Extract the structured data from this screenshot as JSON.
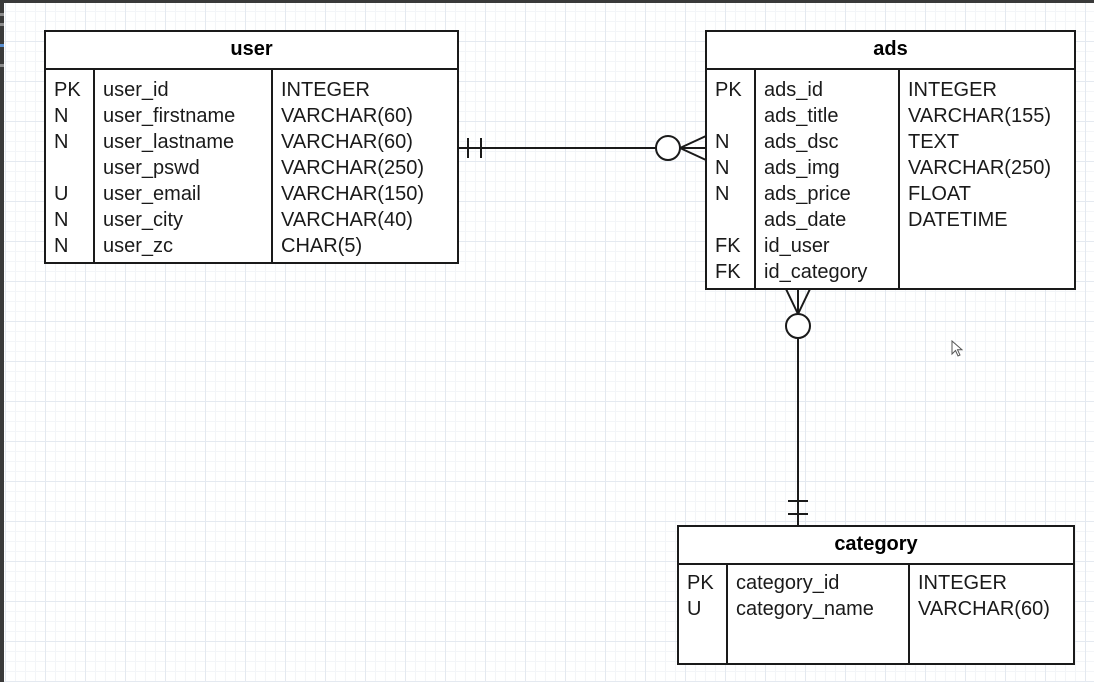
{
  "diagram": {
    "entities": [
      {
        "id": "user",
        "title": "user",
        "rows": [
          {
            "key": "PK",
            "field": "user_id",
            "type": "INTEGER"
          },
          {
            "key": "N",
            "field": "user_firstname",
            "type": "VARCHAR(60)"
          },
          {
            "key": "N",
            "field": "user_lastname",
            "type": "VARCHAR(60)"
          },
          {
            "key": "",
            "field": "user_pswd",
            "type": "VARCHAR(250)"
          },
          {
            "key": "U",
            "field": "user_email",
            "type": "VARCHAR(150)"
          },
          {
            "key": "N",
            "field": "user_city",
            "type": "VARCHAR(40)"
          },
          {
            "key": "N",
            "field": "user_zc",
            "type": "CHAR(5)"
          }
        ]
      },
      {
        "id": "ads",
        "title": "ads",
        "rows": [
          {
            "key": "PK",
            "field": "ads_id",
            "type": "INTEGER"
          },
          {
            "key": "",
            "field": "ads_title",
            "type": "VARCHAR(155)"
          },
          {
            "key": "N",
            "field": "ads_dsc",
            "type": "TEXT"
          },
          {
            "key": "N",
            "field": "ads_img",
            "type": "VARCHAR(250)"
          },
          {
            "key": "N",
            "field": "ads_price",
            "type": "FLOAT"
          },
          {
            "key": "",
            "field": "ads_date",
            "type": "DATETIME"
          },
          {
            "key": "FK",
            "field": "id_user",
            "type": ""
          },
          {
            "key": "FK",
            "field": "id_category",
            "type": ""
          }
        ]
      },
      {
        "id": "category",
        "title": "category",
        "rows": [
          {
            "key": "PK",
            "field": "category_id",
            "type": "INTEGER"
          },
          {
            "key": "U",
            "field": "category_name",
            "type": "VARCHAR(60)"
          }
        ]
      }
    ],
    "relationships": [
      {
        "from": "user",
        "from_cardinality": "one-and-only-one",
        "to": "ads",
        "to_cardinality": "zero-or-many"
      },
      {
        "from": "category",
        "from_cardinality": "one-and-only-one",
        "to": "ads",
        "to_cardinality": "zero-or-many"
      }
    ]
  },
  "colors": {
    "grid_major": "#e4e9f0",
    "grid_minor": "#f3f5f8",
    "line": "#1a1a1a",
    "frame": "#3a3a3a"
  },
  "icons": {
    "cursor": "mouse-pointer-icon"
  }
}
